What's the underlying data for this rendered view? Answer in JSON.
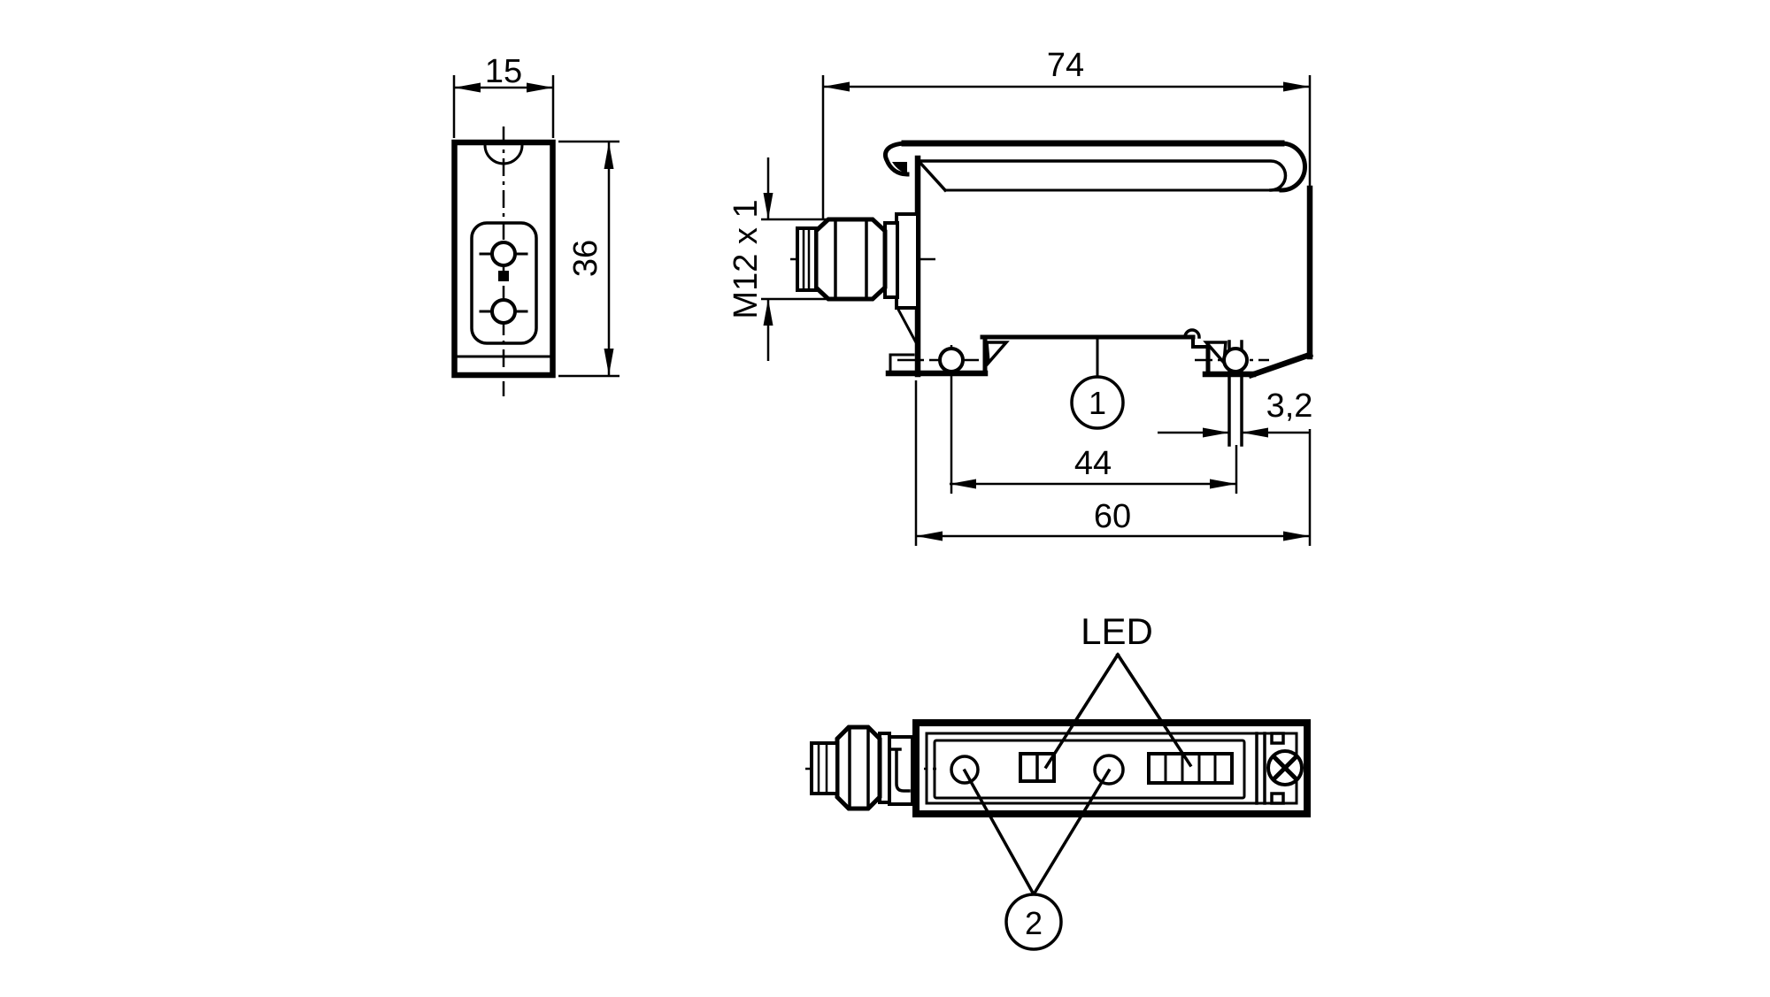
{
  "colors": {
    "line": "#000000",
    "background": "#ffffff"
  },
  "views": {
    "front": {
      "width_label": "15",
      "height_label": "36"
    },
    "side": {
      "overall_width_label": "74",
      "connector_thread_label": "M12 x 1",
      "slot_width_label": "3,2",
      "hole_spacing_label": "44",
      "body_width_label": "60",
      "balloon_label": "1"
    },
    "bottom": {
      "led_label": "LED",
      "balloon_label": "2"
    }
  }
}
